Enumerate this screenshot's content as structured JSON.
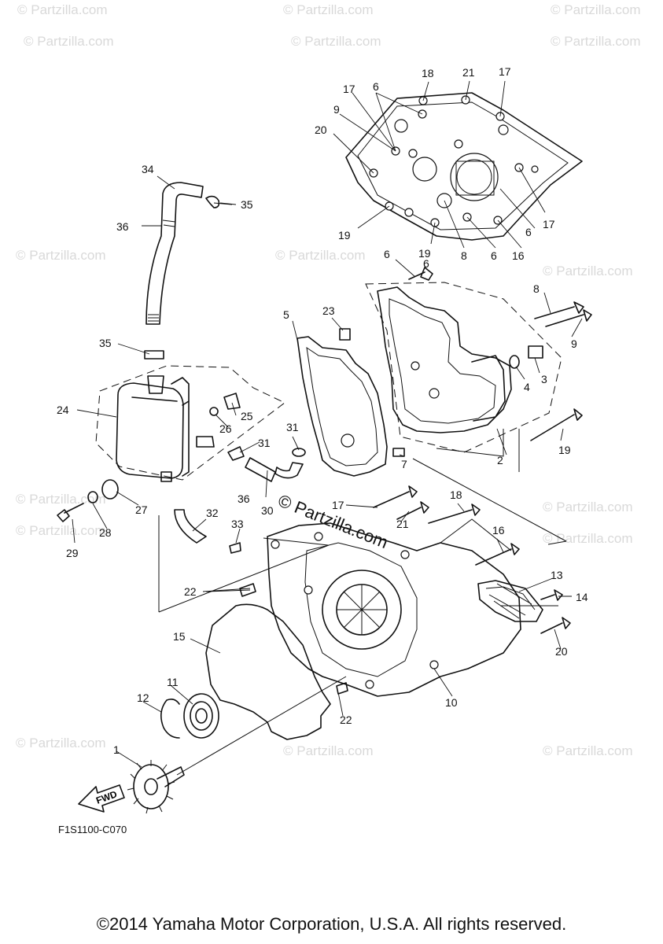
{
  "watermark": {
    "text": "© Partzilla.com",
    "center_text": "© Partzilla.com"
  },
  "diagram_code": "F1S1100-C070",
  "copyright": "©2014 Yamaha Motor Corporation, U.S.A. All rights reserved.",
  "fwd_label": "FWD",
  "callouts": [
    "1",
    "2",
    "3",
    "4",
    "5",
    "6",
    "6",
    "6",
    "6",
    "6",
    "7",
    "8",
    "8",
    "9",
    "9",
    "10",
    "11",
    "12",
    "13",
    "14",
    "15",
    "16",
    "16",
    "17",
    "17",
    "17",
    "17",
    "18",
    "18",
    "19",
    "19",
    "19",
    "20",
    "20",
    "21",
    "21",
    "22",
    "22",
    "23",
    "24",
    "25",
    "26",
    "27",
    "28",
    "29",
    "30",
    "31",
    "31",
    "32",
    "33",
    "34",
    "35",
    "35",
    "36",
    "36"
  ]
}
